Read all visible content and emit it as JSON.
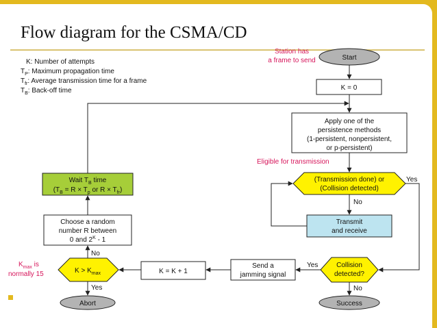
{
  "title": "Flow diagram for the CSMA/CD",
  "legend": {
    "k_label": "K: Number of attempts",
    "tp_label": "Maximum propagation time",
    "tfr_label": "Average transmission time for a frame",
    "tb_label": "Back-off time"
  },
  "nodes": {
    "start": "Start",
    "k_zero": "K = 0",
    "persistence": [
      "Apply one of the",
      "persistence methods",
      "(1-persistent, nonpersistent,",
      "or p-persistent)"
    ],
    "check": [
      "(Transmission done) or",
      "(Collision detected)"
    ],
    "transmit": [
      "Transmit",
      "and receive"
    ],
    "collision": [
      "Collision",
      "detected?"
    ],
    "success": "Success",
    "jam": [
      "Send a",
      "jamming signal"
    ],
    "k_increment": "K = K + 1",
    "kmax_decision": "K > K",
    "random": [
      "Choose a random",
      "number R between",
      "0 and 2"
    ],
    "random_exp": "K",
    "random_tail": " - 1",
    "wait": "Wait T",
    "wait_time": "time",
    "wait_formula": "(T",
    "abort": "Abort"
  },
  "annotations": {
    "station_has": [
      "Station has",
      "a frame to send"
    ],
    "eligible": "Eligible for transmission",
    "kmax_note_line1": "K",
    "kmax_note_line1_tail": " is",
    "kmax_note_line2": "normally 15"
  },
  "edge_labels": {
    "yes": "Yes",
    "no": "No"
  },
  "colors": {
    "accent_border": "#e3b91f",
    "terminal_fill": "#b3b3b3",
    "decision_fill": "#fff200",
    "wait_fill": "#a6ce39",
    "transmit_fill": "#bde4f0",
    "annotation_red": "#d6145a"
  }
}
